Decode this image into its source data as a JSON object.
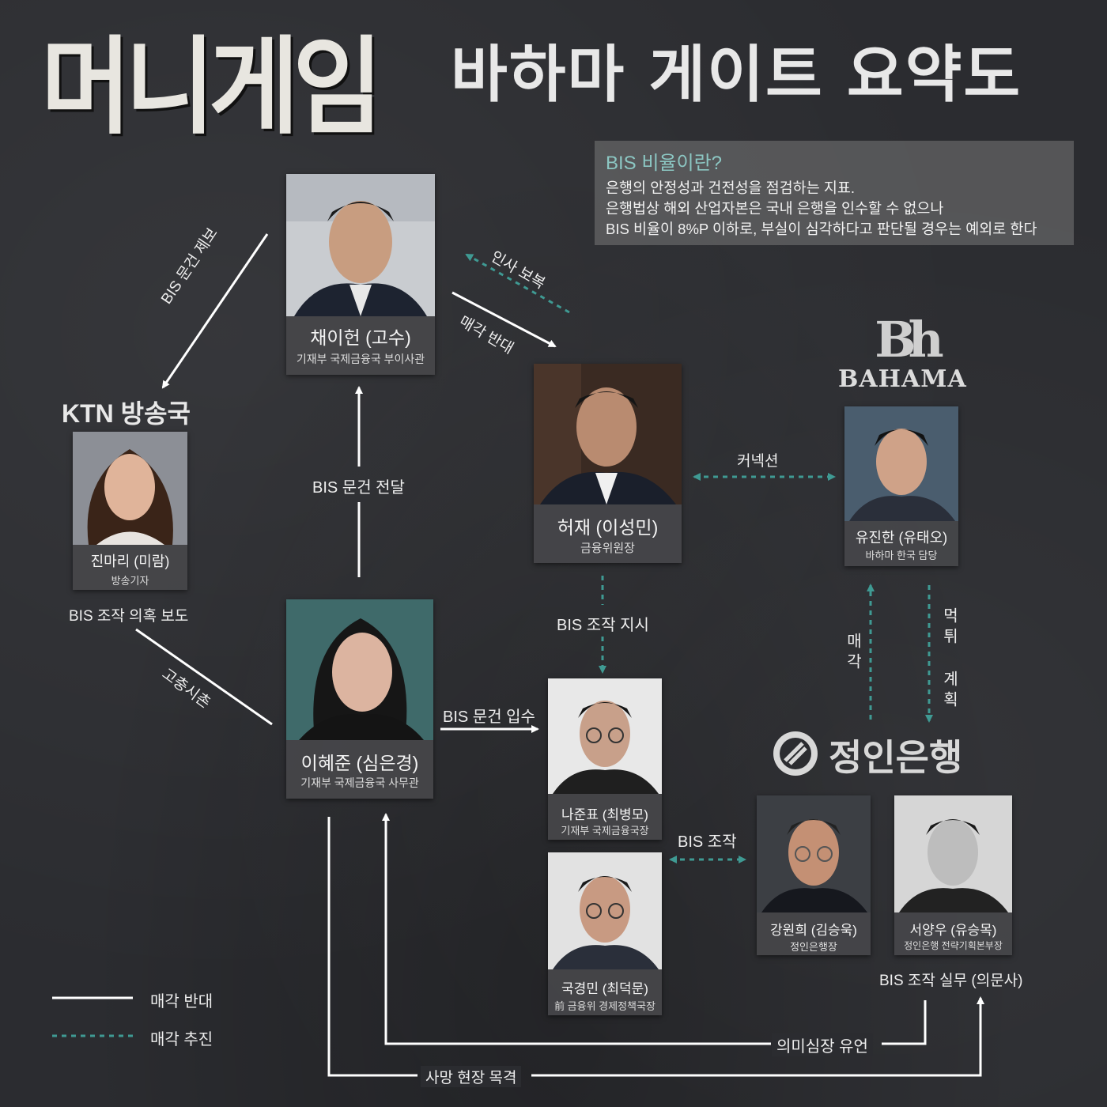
{
  "header": {
    "logo_text": "머니게임",
    "title": "바하마 게이트 요약도"
  },
  "info_box": {
    "title": "BIS 비율이란?",
    "lines": [
      "은행의 안정성과 건전성을 점검하는 지표.",
      "은행법상 해외 산업자본은 국내 은행을 인수할 수 없으나",
      "BIS 비율이 8%P 이하로, 부실이 심각하다고 판단될 경우는 예외로 한다"
    ]
  },
  "orgs": {
    "ktn": "KTN 방송국",
    "bahama_mark": "Bh",
    "bahama_word": "BAHAMA",
    "bank": "정인은행"
  },
  "characters": {
    "chae": {
      "name": "채이헌 (고수)",
      "role": "기재부 국제금융국 부이사관"
    },
    "heo": {
      "name": "허재 (이성민)",
      "role": "금융위원장"
    },
    "jin": {
      "name": "진마리 (미람)",
      "role": "방송기자"
    },
    "yu": {
      "name": "유진한 (유태오)",
      "role": "바하마 한국 담당"
    },
    "lee": {
      "name": "이혜준 (심은경)",
      "role": "기재부 국제금융국 사무관"
    },
    "na": {
      "name": "나준표 (최병모)",
      "role": "기재부 국제금융국장"
    },
    "guk": {
      "name": "국경민 (최덕문)",
      "role": "前 금융위 경제정책국장"
    },
    "kang": {
      "name": "강원희 (김승욱)",
      "role": "정인은행장"
    },
    "seo": {
      "name": "서양우 (유승목)",
      "role": "정인은행 전략기획본부장"
    }
  },
  "labels": {
    "bis_report": "BIS 문건 제보",
    "personnel": "인사 보복",
    "oppose_sale": "매각 반대",
    "bis_deliver": "BIS 문건 전달",
    "connection": "커넥션",
    "bis_rumor": "BIS 조작 의혹 보도",
    "whistle": "고충시촌",
    "bis_order": "BIS 조작 지시",
    "sale": "매각",
    "eat_run": "먹튀 계획",
    "bis_obtain": "BIS 문건 입수",
    "bis_manip": "BIS 조작",
    "bis_practice": "BIS 조작 실무 (의문사)",
    "dying_words": "의미심장 유언",
    "death_witness": "사망 현장 목격"
  },
  "legend": {
    "solid": "매각 반대",
    "dashed": "매각 추진"
  },
  "colors": {
    "background": "#2b2c30",
    "solid_line": "#ffffff",
    "dashed_line": "#3f9a93",
    "info_title": "#8cc7c3"
  }
}
